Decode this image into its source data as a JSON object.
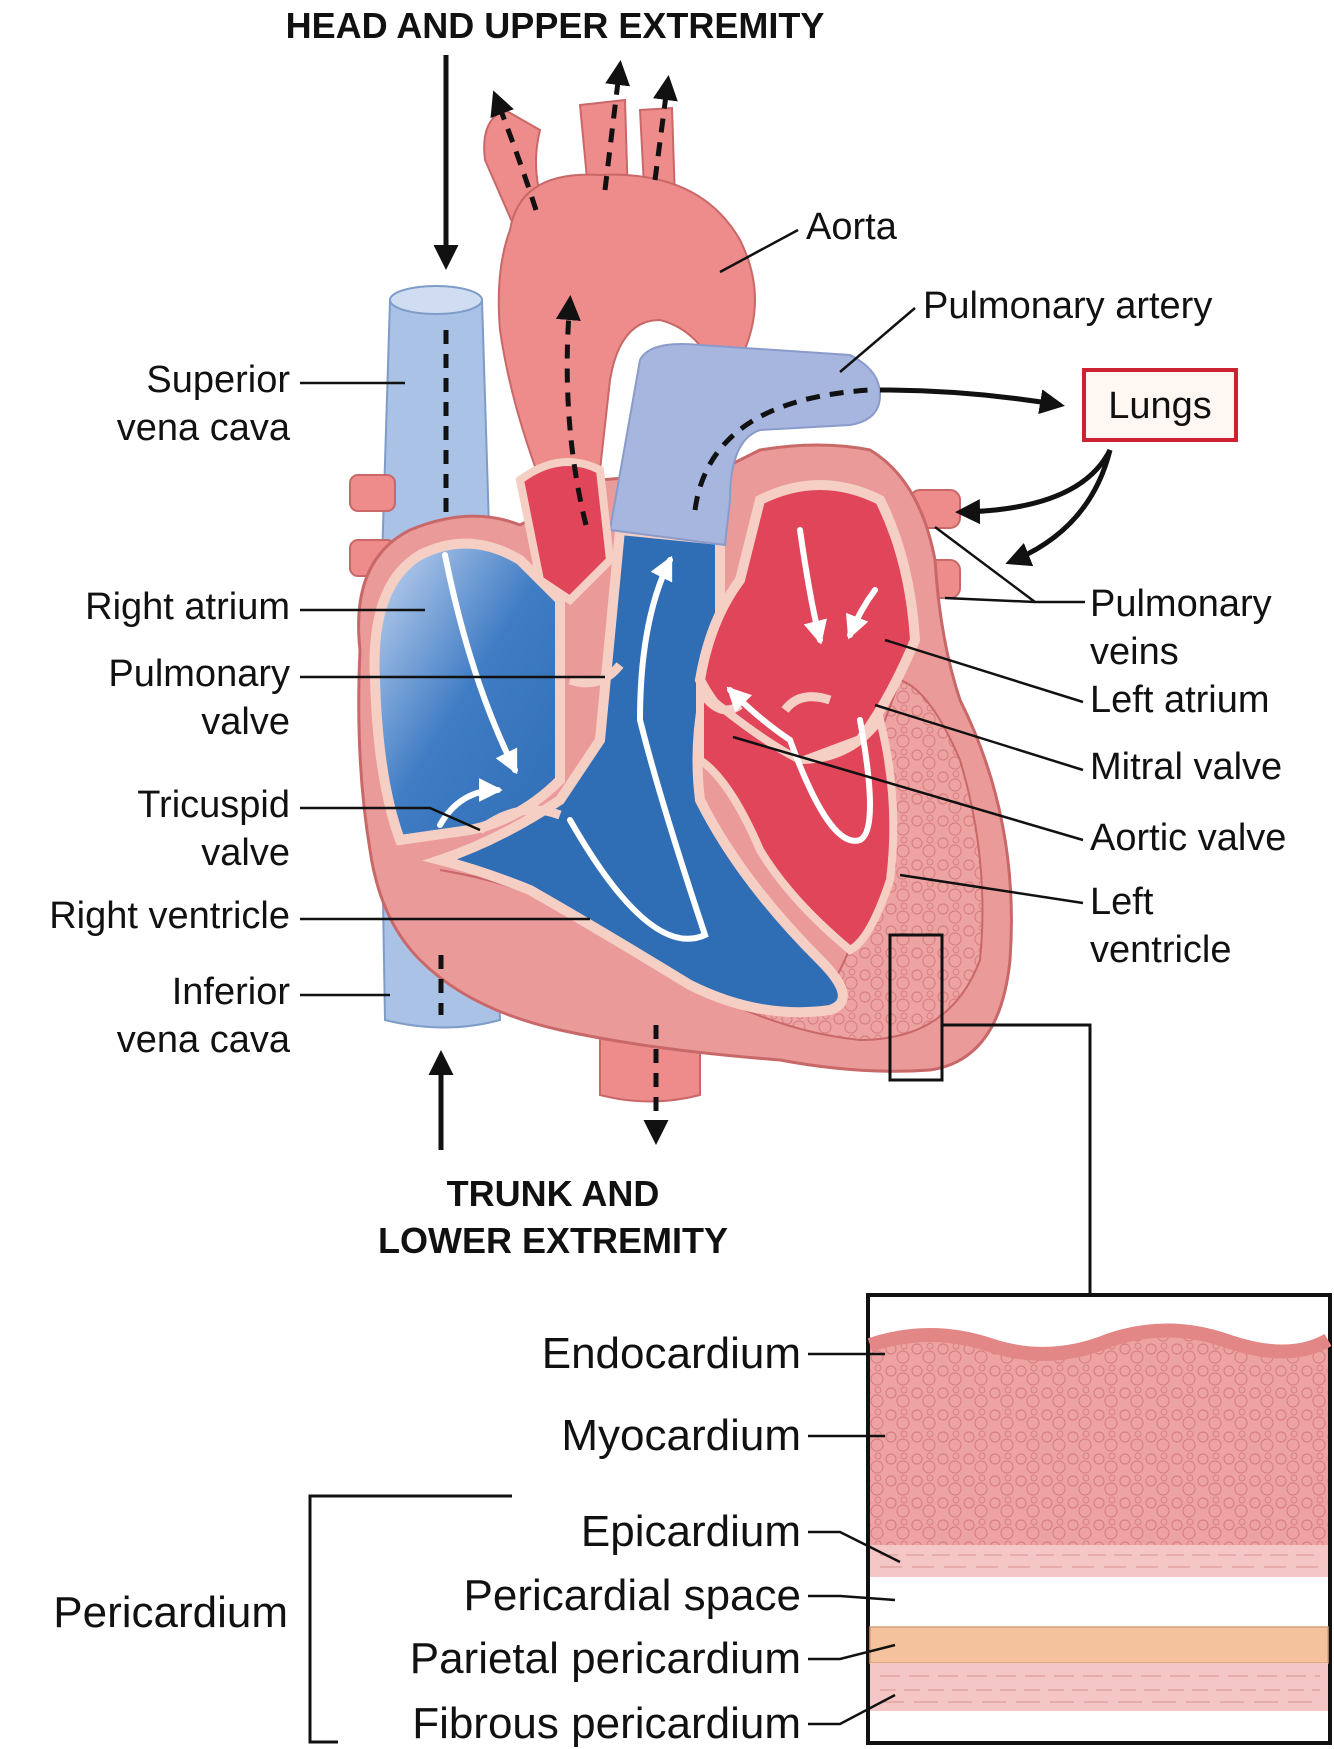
{
  "headers": {
    "top": "HEAD AND UPPER EXTREMITY",
    "bottom_line1": "TRUNK AND",
    "bottom_line2": "LOWER EXTREMITY"
  },
  "labels_left": {
    "superior_vena_cava_1": "Superior",
    "superior_vena_cava_2": "vena cava",
    "right_atrium": "Right atrium",
    "pulmonary_valve_1": "Pulmonary",
    "pulmonary_valve_2": "valve",
    "tricuspid_valve_1": "Tricuspid",
    "tricuspid_valve_2": "valve",
    "right_ventricle": "Right ventricle",
    "inferior_vena_cava_1": "Inferior",
    "inferior_vena_cava_2": "vena cava"
  },
  "labels_right": {
    "aorta": "Aorta",
    "pulmonary_artery": "Pulmonary artery",
    "lungs": "Lungs",
    "pulmonary_veins_1": "Pulmonary",
    "pulmonary_veins_2": "veins",
    "left_atrium": "Left atrium",
    "mitral_valve": "Mitral valve",
    "aortic_valve": "Aortic valve",
    "left_ventricle_1": "Left",
    "left_ventricle_2": "ventricle"
  },
  "layers": {
    "endocardium": "Endocardium",
    "myocardium": "Myocardium",
    "epicardium": "Epicardium",
    "pericardial_space": "Pericardial space",
    "parietal_pericardium": "Parietal pericardium",
    "fibrous_pericardium": "Fibrous pericardium",
    "pericardium": "Pericardium"
  },
  "colors": {
    "deoxygenated": "#2f6db5",
    "vein_light": "#a9c2e6",
    "oxygenated": "#e0455a",
    "artery_light": "#ee8b8b",
    "muscle": "#eb9a9a",
    "valve_tissue": "#f5cfc3",
    "lungs_box": "#cc2233",
    "parietal": "#f4c39e"
  }
}
